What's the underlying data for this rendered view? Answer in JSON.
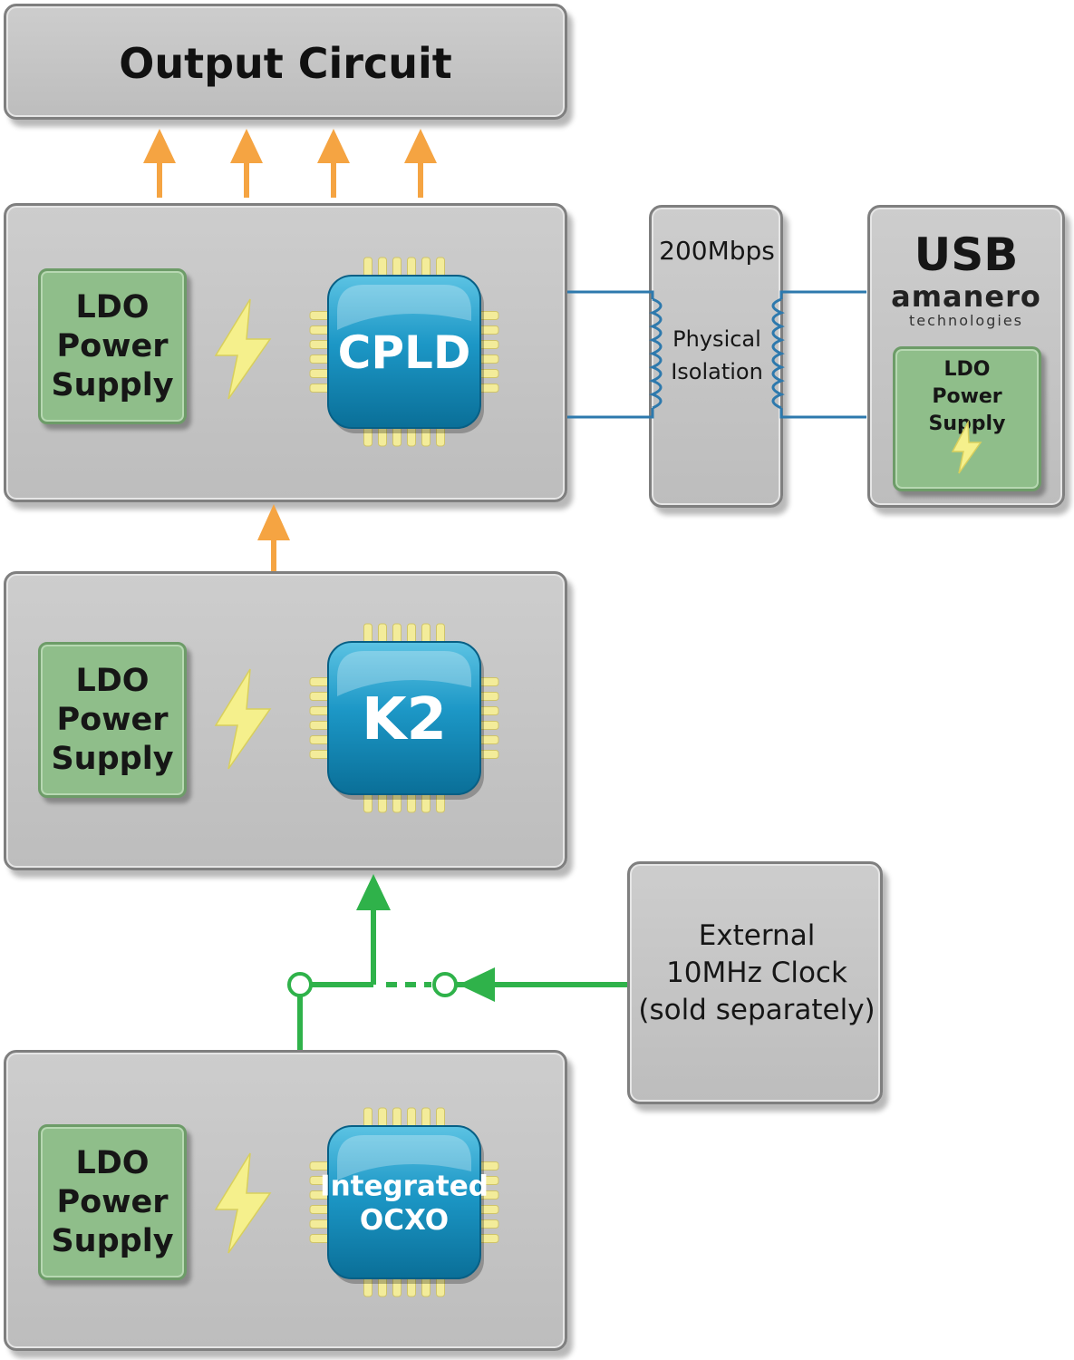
{
  "output_circuit": {
    "title": "Output Circuit"
  },
  "cpld_board": {
    "ldo_label": "LDO\nPower\nSupply",
    "chip_label": "CPLD"
  },
  "k2_board": {
    "ldo_label": "LDO\nPower\nSupply",
    "chip_label": "K2"
  },
  "ocxo_board": {
    "ldo_label": "LDO\nPower\nSupply",
    "chip_label_line1": "Integrated",
    "chip_label_line2": "OCXO"
  },
  "isolation": {
    "speed": "200Mbps",
    "label": "Physical\nIsolation"
  },
  "usb": {
    "title": "USB",
    "brand": "amanero",
    "brand_sub": "technologies",
    "ldo_label": "LDO\nPower Supply"
  },
  "external_clock": {
    "label": "External\n10MHz Clock\n(sold separately)"
  },
  "colors": {
    "panel": "#c4c4c4",
    "ldo_green": "#8fbe8a",
    "chip_blue": "#0a87b4",
    "pin_yellow": "#f3ec9a",
    "arrow_orange": "#f5a442",
    "signal_green": "#2fb24a",
    "wire_blue": "#2d79ad",
    "bolt_yellow": "#f5f08c"
  }
}
